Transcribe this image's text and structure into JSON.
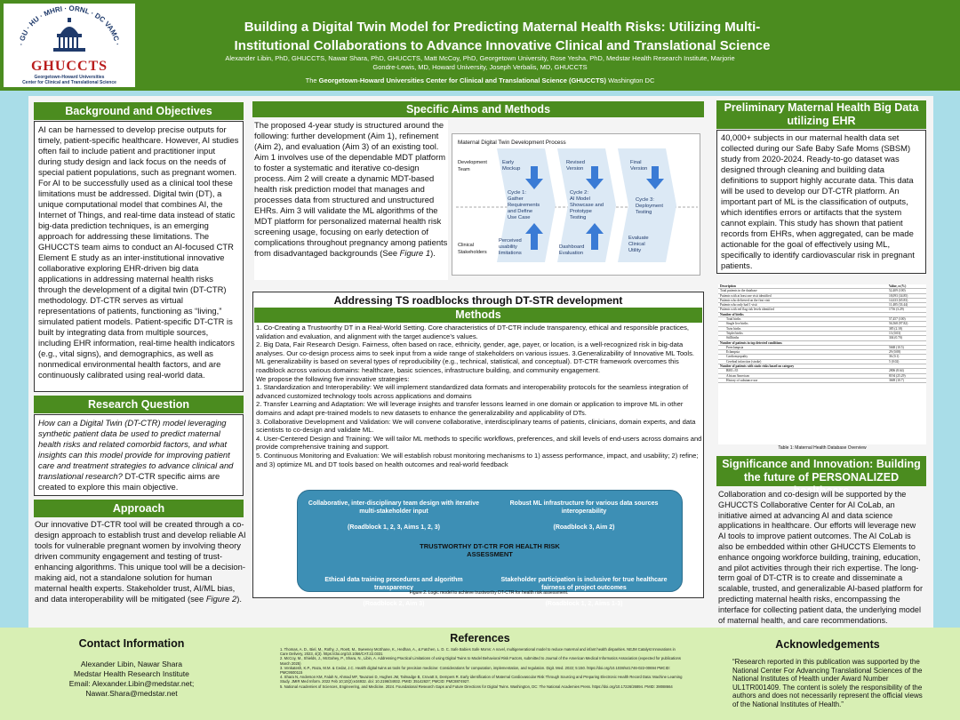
{
  "header": {
    "title": "Building a Digital Twin Model for Predicting Maternal Health Risks: Utilizing Multi-Institutional Collaborations to Advance Innovative Clinical and Translational Science",
    "authors": "Alexander Libin, PhD, GHUCCTS,  Nawar Shara, PhD, GHUCCTS, Matt McCoy, PhD, Georgetown University, Rose Yesha, PhD, Medstar Health Research Institute, Marjorie Gondre-Lewis, MD, Howard University, Joseph Verbalis, MD, GHUCCTS",
    "center_prefix": "The ",
    "center_bold": "Georgetown-Howard Universities Center for Clinical and Translational Science (GHUCCTS)",
    "center_suffix": " Washington DC",
    "logo_arc": "· GU · HU · MHRI · ORNL · DC VAMC ·",
    "logo_word": "GHUCCTS",
    "logo_sub1": "Georgetown-Howard Universities",
    "logo_sub2": "Center for Clinical and Translational Science"
  },
  "background": {
    "heading": "Background and Objectives",
    "text": "AI can be harnessed to develop precise outputs for timely, patient-specific healthcare. However, AI studies often fail to include patient and practitioner input during study design and lack focus on the needs of special patient populations, such as pregnant women. For AI to be successfully used as a clinical tool these limitations must be addressed. Digital twin (DT), a unique computational model that combines AI, the Internet of Things, and real-time data instead of static big-data prediction techniques, is an emerging approach for addressing these limitations. The GHUCCTS team aims to conduct an AI-focused CTR Element E study as an inter-institutional innovative collaborative exploring EHR-driven big data applications in addressing maternal health risks through the development of a digital twin (DT-CTR) methodology. DT-CTR serves as virtual representations of patients, functioning as “living,” simulated patient models. Patient-specific DT-CTR is built by integrating data from multiple sources, including EHR information, real-time health indicators (e.g., vital signs), and demographics, as well as nonmedical environmental health factors, and are continuously calibrated using real-world data."
  },
  "research_question": {
    "heading": "Research Question",
    "text_italic": "How can a Digital Twin (DT-CTR) model leveraging synthetic patient data be used to predict maternal health risks and related comorbid factors, and what insights can this model provide for improving patient care and treatment strategies to advance clinical and translational research?",
    "text_normal": " DT-CTR specific aims are created to explore this main objective."
  },
  "approach": {
    "heading": "Approach",
    "text": "Our innovative DT-CTR tool will be created through a co-design approach to establish trust and develop reliable AI tools for vulnerable pregnant women by involving theory driven community engagement and testing of trust-enhancing algorithms. This unique tool will be a decision-making aid, not a standalone solution for human maternal health experts. Stakeholder trust, AI/ML bias, and data interoperability will be mitigated (see ",
    "fig_ref": "Figure 2",
    "text_end": ")."
  },
  "aims": {
    "heading": "Specific Aims and Methods",
    "text": "The proposed 4-year study is structured around the following: further development (Aim 1), refinement (Aim 2), and evaluation (Aim 3) of an existing tool. Aim 1 involves use of the dependable MDT platform to foster a systematic and iterative co-design process. Aim 2 will create a dynamic MDT-based health risk prediction model that manages and processes data from structured and unstructured EHRs. Aim 3 will validate the ML algorithms of the MDT platform for personalized maternal health risk screening usage, focusing on early detection of complications throughout pregnancy among patients from disadvantaged backgrounds (See ",
    "fig_ref": "Figure 1",
    "text_end": ")."
  },
  "diagram": {
    "title": "Maternal Digital Twin Development Process",
    "row1": "Development",
    "row2": "Team",
    "row3": "Clinical",
    "row4": "Stakeholders",
    "col1": [
      "Early",
      "Mockup"
    ],
    "col2": [
      "Revised",
      "Version"
    ],
    "col3": [
      "Final",
      "Version"
    ],
    "c1": [
      "Cycle 1:",
      "Gather",
      "Requirements",
      "and Define",
      "Use Case"
    ],
    "c2": [
      "Cycle 2:",
      "AI Model",
      "Showcase and",
      "Prototype",
      "Testing"
    ],
    "c3": [
      "Cycle 3:",
      "Deployment",
      "Testing"
    ],
    "b1": [
      "Perceived",
      "usability",
      "limitations"
    ],
    "b2": [
      "Dashboard",
      "Evaluation"
    ],
    "b3": [
      "Evaluate",
      "Clinical",
      "Utility"
    ]
  },
  "roadblocks": {
    "heading": "Addressing TS roadblocks through DT-STR development",
    "methods_heading": "Methods",
    "paragraphs": [
      "1. Co-Creating a Trustworthy DT in a Real-World Setting. Core characteristics of DT-CTR include transparency, ethical and responsible practices, validation and evaluation, and alignment with the target audience’s values.",
      "2. Big Data, Fair Research Design. Fairness, often based on race, ethnicity, gender, age, payer, or location, is a well-recognized risk in big-data analyses. Our co-design process aims to seek input from a wide range of stakeholders on various issues. 3.Generalizability of Innovative ML Tools. ML generalizability is based on several types of  reproducibility (e.g., technical, statistical, and conceptual). DT-CTR framework overcomes this roadblock across various domains: healthcare, basic sciences, infrastructure building, and community engagement.",
      "We propose the following five innovative strategies:",
      "1. Standardization and Interoperability: We will implement standardized data formats and interoperability protocols for the seamless integration of advanced customized technology tools across applications and domains",
      "2. Transfer Learning and Adaptation: We will leverage insights and transfer lessons learned in one domain or application to improve ML in other domains and adapt pre-trained models to new datasets to enhance the generalizability and applicability of DTs.",
      "3. Collaborative Development and Validation: We will convene collaborative, interdisciplinary teams of patients, clinicians, domain experts, and data scientists to co-design and validate ML.",
      "4. User-Centered Design and Training: We will tailor ML methods to specific workflows, preferences, and skill levels of end-users across domains and provide comprehensive training and support.",
      "5. Continuous Monitoring and Evaluation: We will establish robust monitoring mechanisms to 1) assess performance, impact, and usability; 2) refine; and 3) optimize ML and DT tools based on health outcomes and real-world feedback"
    ]
  },
  "logic_model": {
    "q1": "Collaborative, inter-disciplinary team design with iterative multi-stakeholder input",
    "q1_rb": "(Roadblock 1, 2, 3, Aims 1, 2, 3)",
    "q2": "Robust ML infrastructure for various data sources interoperability",
    "q2_rb": "(Roadblock 3, Aim 2)",
    "center": "TRUSTWORTHY DT-CTR FOR HEALTH RISK ASSESSMENT",
    "q3": "Ethical data training procedures and algorithm transparency",
    "q3_rb": "(Roadblock 2, Aim 3)",
    "q4": "Stakeholder participation is inclusive for true healthcare fairness of project outcomes",
    "q4_rb": "(Roadblock 1, 2, Aims 1-3)",
    "caption": "Figure 2. Logic model to achieve trustworthy DT-CTR for health risk assessment."
  },
  "preliminary": {
    "heading": "Preliminary Maternal Health Big Data utilizing EHR",
    "text": "40,000+ subjects in our maternal health data set collected during our Safe Baby Safe Moms (SBSM) study from 2020-2024. Ready-to-go dataset was designed through cleaning and building data definitions to support highly accurate data. This data will be used to develop our DT-CTR platform. An important part of ML is the classification of outputs, which identifies errors or artifacts that the system cannot explain. This study has shown that patient records from EHRs, when aggregated, can be made actionable for the goal of effectively using ML, specifically to identify cardiovascular risk in pregnant patients."
  },
  "table": {
    "header": [
      "Description",
      "Value, n (%)"
    ],
    "rows": [
      [
        "Total patients in the database",
        "52,409 (100)"
      ],
      [
        "Patients with at least one visit identified",
        "18,093 (34.85)"
      ],
      [
        "Patients who delivered on the first visit",
        "14,633 (65.83)"
      ],
      [
        "Patients who only had 1 visit",
        "11,485 (33.44)"
      ],
      [
        "Patients with red flag risk levels identified",
        "1716 (3.29)"
      ],
      [
        "Number of births",
        ""
      ],
      [
        "Total births",
        "57,457 (100)"
      ],
      [
        "Single live births",
        "56,568 (97.82)"
      ],
      [
        "Twin births",
        "385 (2.18)"
      ],
      [
        "Triplet births",
        "13 (0.03)"
      ],
      [
        "Stillbirths",
        "304 (0.70)"
      ],
      [
        "Number of patients in top detected conditions",
        ""
      ],
      [
        "Preeclampsia",
        "5668 (10.5)"
      ],
      [
        "Eclampsia",
        "29 (0.08)"
      ],
      [
        "Cardiomyopathy",
        "36 (0.1)"
      ],
      [
        "Cerebral infarction (stroke)",
        "5 (0.02)"
      ],
      [
        "Number of patients with static risks based on category",
        ""
      ],
      [
        "BMI ≥35",
        "2806 (8.64)"
      ],
      [
        "African American",
        "8194 (25.29)"
      ],
      [
        "History of substance use",
        "3669 (10.7)"
      ]
    ],
    "caption": "Table 1: Maternal Health Database Overview"
  },
  "significance": {
    "heading": "Significance and Innovation: Building the future of PERSONALIZED healthcare",
    "text": "Collaboration and co-design will be supported by the GHUCCTS Collaborative Center for AI CoLab, an initiative aimed at advancing AI and data science applications in healthcare. Our efforts will leverage new AI tools to improve patient outcomes. The AI CoLab is also be embedded within other GHUCCTS Elements to enhance ongoing workforce building, training, education, and pilot activities through their rich expertise. The long-term goal of DT-CTR is to create and disseminate a scalable, trusted, and generalizable AI-based platform for predicting maternal health risks, encompassing the interface for collecting patient data, the underlying model of maternal health, and care recommendations."
  },
  "contact": {
    "heading": "Contact Information",
    "lines": [
      "Alexander Libin, Nawar Shara",
      "Medstar Health Research Institute",
      "Email: Alexander.Libin@medstar.net;",
      "Nawar.Shara@medstar.net"
    ]
  },
  "references": {
    "heading": "References",
    "items": [
      "1.   Thomas, A. D., Biel, M., Rothy, J., Roett, M., Sweeney McShane, K., Hedhan, A., & Fatchen, L. D. C. Safe Babies Safe Moms: A novel, multigenerational model to reduce maternal and infant health disparities. NEJM Catalyst Innovations in Care Delivery, 2023, 4(3). https://doi.org/10.1056/CAT.22.0331",
      "2.   McCoy, M., Shields, J., McGahey, P., Shara, N., Libin, A. Addressing Practical Limitations of using Digital Twins to Model Behavioral Risk Factors, submitted to Journal of the American Medical Informatics Association (expected for publications March 2025)",
      "3.   Venkatesh, K.P., Raza, M.M. & Cedar, J.C. Health digital twins as tools for precision medicine: Considerations for computation, implementation, and regulation. Digit. Med. 2022; 5:150. https://doi.org/10.1038/s41746-022-00694 PMCID: PMC9500115",
      "4.   Shara N, Anderson KM, Falah N, Ahmad MF, Tavazoei D, Hughes JM, Talmadge B, Crovatt S, Dempers R. Early identification of Maternal Cardiovascular Risk Through Sourcing and Preparing Electronic Health Record Data: Machine Learning Study. JMIR Med Inform. 2022 Feb 10;10(2):e34932. doi: 10.2196/34932. PMID: 35142637; PMCID: PMC8874927.",
      "5.   National Academies of Sciences, Engineering, and Medicine. 2024. Foundational Research Gaps and Future Directions for Digital Twins. Washington, DC: The National Academies Press. https://doi.org/10.17226/26894. PMID: 39088664"
    ]
  },
  "acknowledgements": {
    "heading": "Acknowledgements",
    "text": "“Research reported in this publication was supported by the National Center For Advancing Translational Sciences of the National Institutes of Health under Award Number UL1TR001409. The content is solely the responsibility of the authors and does not necessarily represent the official views of the National Institutes of Health.”"
  },
  "colors": {
    "header_green": "#4b8c1f",
    "accent_blue": "#3d8fb5",
    "light_blue_bg": "#a9dde8",
    "footer_green": "#d8efb4"
  }
}
